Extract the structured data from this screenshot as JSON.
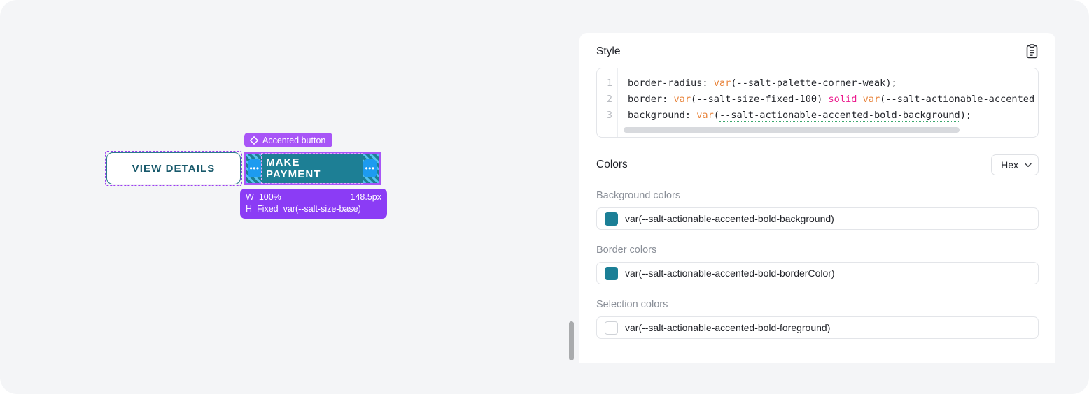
{
  "canvas": {
    "buttons": [
      {
        "label": "VIEW DETAILS",
        "variant": "secondary"
      },
      {
        "label": "MAKE PAYMENT",
        "variant": "accented"
      }
    ],
    "component_badge": {
      "icon": "diamond-icon",
      "label": "Accented button"
    },
    "dimension_tooltip": {
      "width_key": "W",
      "width_mode": "100%",
      "width_value": "148.5px",
      "height_key": "H",
      "height_mode": "Fixed",
      "height_value": "var(--salt-size-base)"
    },
    "resize_handle_glyph": "•••"
  },
  "panel": {
    "style_section": {
      "title": "Style",
      "copy_icon": "clipboard-icon",
      "line_numbers": [
        "1",
        "2",
        "3"
      ],
      "code_lines": [
        {
          "number": "1",
          "tokens": [
            {
              "t": "border-radius: ",
              "k": "plain"
            },
            {
              "t": "var",
              "k": "fn"
            },
            {
              "t": "(",
              "k": "plain"
            },
            {
              "t": "--salt-palette-corner-weak",
              "k": "var"
            },
            {
              "t": ");",
              "k": "plain"
            }
          ]
        },
        {
          "number": "2",
          "tokens": [
            {
              "t": "border: ",
              "k": "plain"
            },
            {
              "t": "var",
              "k": "fn"
            },
            {
              "t": "(",
              "k": "plain"
            },
            {
              "t": "--salt-size-fixed-100",
              "k": "var"
            },
            {
              "t": ") ",
              "k": "plain"
            },
            {
              "t": "solid",
              "k": "kw"
            },
            {
              "t": " ",
              "k": "plain"
            },
            {
              "t": "var",
              "k": "fn"
            },
            {
              "t": "(",
              "k": "plain"
            },
            {
              "t": "--salt-actionable-accented",
              "k": "var"
            }
          ]
        },
        {
          "number": "3",
          "tokens": [
            {
              "t": "background: ",
              "k": "plain"
            },
            {
              "t": "var",
              "k": "fn"
            },
            {
              "t": "(",
              "k": "plain"
            },
            {
              "t": "--salt-actionable-accented-bold-background",
              "k": "var"
            },
            {
              "t": ");",
              "k": "plain"
            }
          ]
        }
      ]
    },
    "colors_section": {
      "title": "Colors",
      "format_select": {
        "value": "Hex",
        "icon": "chevron-down-icon"
      },
      "groups": [
        {
          "label": "Background colors",
          "swatch_color": "#1b7f96",
          "value": "var(--salt-actionable-accented-bold-background)"
        },
        {
          "label": "Border colors",
          "swatch_color": "#1b7f96",
          "value": "var(--salt-actionable-accented-bold-borderColor)"
        },
        {
          "label": "Selection colors",
          "swatch_color": "#ffffff",
          "value": "var(--salt-actionable-accented-bold-foreground)"
        }
      ]
    }
  },
  "theme": {
    "page_background": "#f4f5f7",
    "panel_background": "#ffffff",
    "accent_teal": "#1d7f95",
    "selection_purple": "#a855f7",
    "handle_blue": "#1d9bf0",
    "code_fn_color": "#e8833a",
    "code_keyword_color": "#ec1a8d",
    "code_token_underline": "#3aa76d"
  }
}
